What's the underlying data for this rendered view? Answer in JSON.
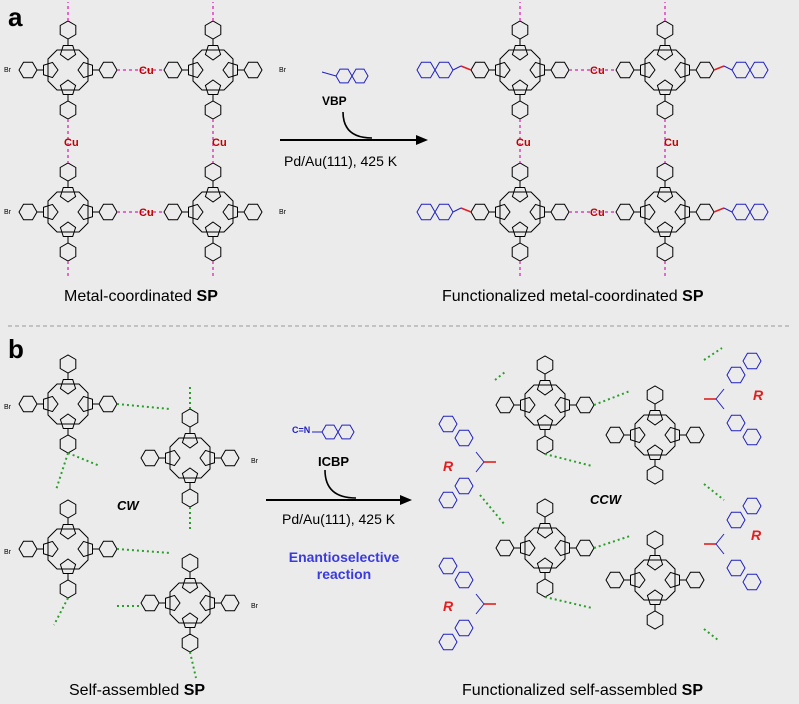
{
  "panel_a": {
    "letter": "a",
    "reagent": "VBP",
    "conditions": "Pd/Au(111), 425 K",
    "metal_label": "Cu",
    "substituent_label": "Br",
    "left_caption_prefix": "Metal-coordinated ",
    "left_caption_bold": "SP",
    "right_caption_prefix": "Functionalized metal-coordinated ",
    "right_caption_bold": "SP"
  },
  "panel_b": {
    "letter": "b",
    "reagent": "ICBP",
    "reagent_fragment": "C=N",
    "conditions": "Pd/Au(111), 425 K",
    "highlight_line1": "Enantioselective",
    "highlight_line2": "reaction",
    "left_twist": "CW",
    "right_twist": "CCW",
    "chirality": "R",
    "substituent_label": "Br",
    "left_caption_prefix": "Self-assembled ",
    "left_caption_bold": "SP",
    "right_caption_prefix": "Functionalized self-assembled ",
    "right_caption_bold": "SP"
  },
  "colors": {
    "background": "#ebebeb",
    "metal_bond": "#e040c0",
    "copper": "#c00000",
    "functional_group": "#2020c0",
    "new_bond": "#e02020",
    "hbond": "#2aa02a",
    "highlight_text": "#3a3adf"
  }
}
